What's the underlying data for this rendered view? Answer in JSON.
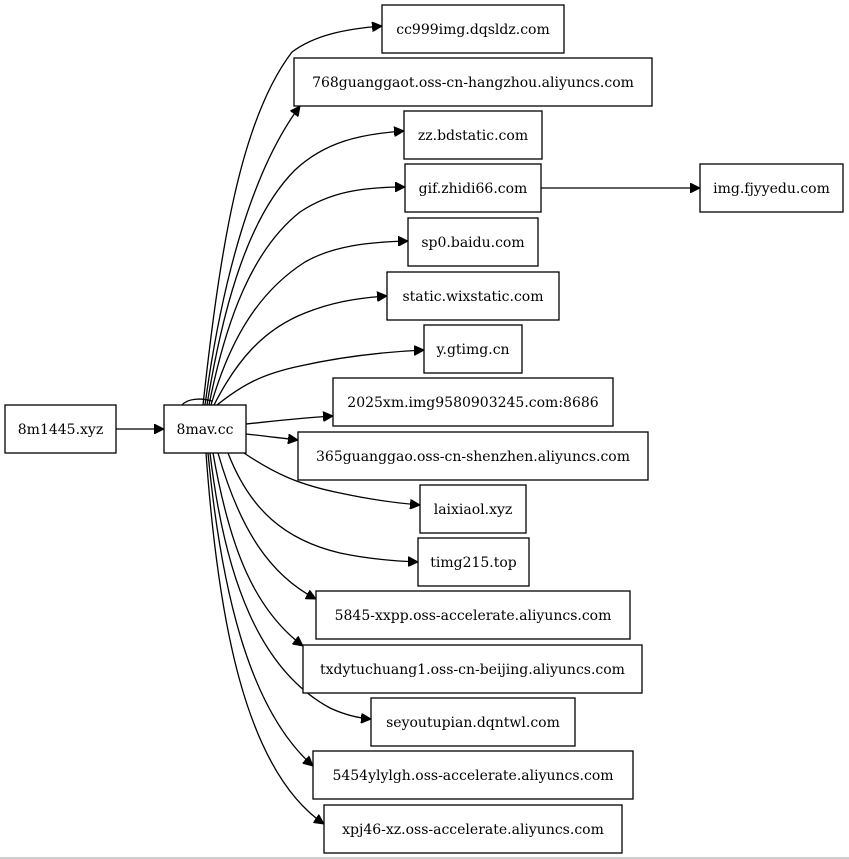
{
  "diagram": {
    "type": "directed-graph",
    "layout": "left-to-right",
    "colors": {
      "background": "#ffffff",
      "stroke": "#000000",
      "text": "#000000"
    },
    "nodes": [
      {
        "id": "8m1445",
        "label": "8m1445.xyz"
      },
      {
        "id": "8mav",
        "label": "8mav.cc"
      },
      {
        "id": "cc999img",
        "label": "cc999img.dqsldz.com"
      },
      {
        "id": "768guanggaot",
        "label": "768guanggaot.oss-cn-hangzhou.aliyuncs.com"
      },
      {
        "id": "zzbdstatic",
        "label": "zz.bdstatic.com"
      },
      {
        "id": "gifzhidi66",
        "label": "gif.zhidi66.com"
      },
      {
        "id": "imgfjyyedu",
        "label": "img.fjyyedu.com"
      },
      {
        "id": "sp0baidu",
        "label": "sp0.baidu.com"
      },
      {
        "id": "staticwix",
        "label": "static.wixstatic.com"
      },
      {
        "id": "ygtimg",
        "label": "y.gtimg.cn"
      },
      {
        "id": "2025xm",
        "label": "2025xm.img9580903245.com:8686"
      },
      {
        "id": "365guanggao",
        "label": "365guanggao.oss-cn-shenzhen.aliyuncs.com"
      },
      {
        "id": "laixiaol",
        "label": "laixiaol.xyz"
      },
      {
        "id": "timg215",
        "label": "timg215.top"
      },
      {
        "id": "5845xxpp",
        "label": "5845-xxpp.oss-accelerate.aliyuncs.com"
      },
      {
        "id": "txdytuchuang1",
        "label": "txdytuchuang1.oss-cn-beijing.aliyuncs.com"
      },
      {
        "id": "seyoutupian",
        "label": "seyoutupian.dqntwl.com"
      },
      {
        "id": "5454ylylgh",
        "label": "5454ylylgh.oss-accelerate.aliyuncs.com"
      },
      {
        "id": "xpj46xz",
        "label": "xpj46-xz.oss-accelerate.aliyuncs.com"
      }
    ],
    "edges": [
      {
        "from": "8m1445",
        "to": "8mav"
      },
      {
        "from": "8mav",
        "to": "8mav"
      },
      {
        "from": "8mav",
        "to": "cc999img"
      },
      {
        "from": "8mav",
        "to": "768guanggaot"
      },
      {
        "from": "8mav",
        "to": "zzbdstatic"
      },
      {
        "from": "8mav",
        "to": "gifzhidi66"
      },
      {
        "from": "8mav",
        "to": "sp0baidu"
      },
      {
        "from": "8mav",
        "to": "staticwix"
      },
      {
        "from": "8mav",
        "to": "ygtimg"
      },
      {
        "from": "8mav",
        "to": "2025xm"
      },
      {
        "from": "8mav",
        "to": "365guanggao"
      },
      {
        "from": "8mav",
        "to": "laixiaol"
      },
      {
        "from": "8mav",
        "to": "timg215"
      },
      {
        "from": "8mav",
        "to": "5845xxpp"
      },
      {
        "from": "8mav",
        "to": "txdytuchuang1"
      },
      {
        "from": "8mav",
        "to": "seyoutupian"
      },
      {
        "from": "8mav",
        "to": "5454ylylgh"
      },
      {
        "from": "8mav",
        "to": "xpj46xz"
      },
      {
        "from": "gifzhidi66",
        "to": "imgfjyyedu"
      }
    ]
  }
}
